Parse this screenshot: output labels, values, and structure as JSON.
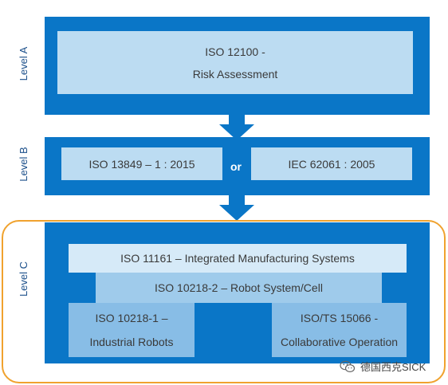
{
  "levels": {
    "a": {
      "label": "Level A"
    },
    "b": {
      "label": "Level B"
    },
    "c": {
      "label": "Level C"
    }
  },
  "level_a": {
    "line1": "ISO 12100 -",
    "line2": "Risk Assessment"
  },
  "level_b": {
    "left": "ISO 13849 – 1   : 2015",
    "or": "or",
    "right": "IEC 62061 : 2005"
  },
  "level_c": {
    "top": "ISO 11161 – Integrated Manufacturing Systems",
    "middle": "ISO 10218-2 – Robot System/Cell",
    "bottom_left": {
      "line1": "ISO 10218-1 –",
      "line2": "Industrial Robots"
    },
    "bottom_right": {
      "line1": "ISO/TS 15066 -",
      "line2": "Collaborative  Operation"
    }
  },
  "watermark": {
    "text": "德国西克SICK",
    "icon": "wechat-icon"
  },
  "colors": {
    "band": "#0a76c7",
    "box_light": "#bcdcf2",
    "highlight_outline": "#f0a22e"
  }
}
